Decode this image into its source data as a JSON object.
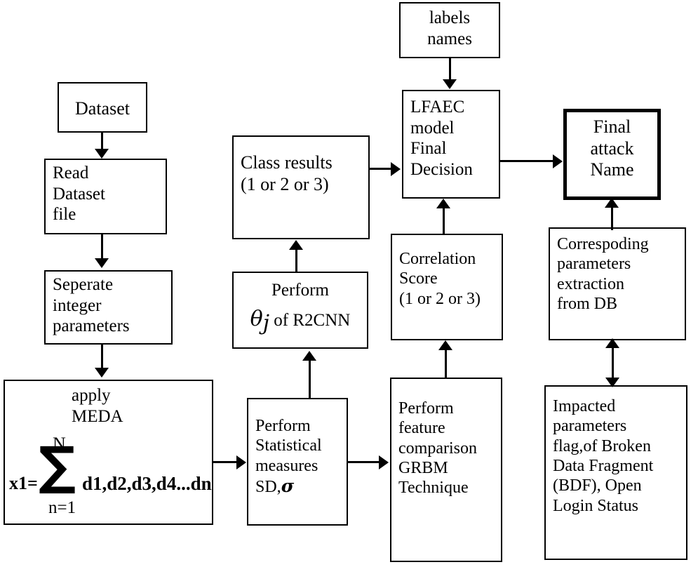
{
  "diagram": {
    "title": "LFAEC attack classification flowchart",
    "accent": "#000000",
    "background": "#ffffff"
  },
  "nodes": {
    "dataset": {
      "lines": [
        "Dataset"
      ]
    },
    "read_dataset": {
      "lines": [
        "Read",
        "Dataset",
        "file"
      ]
    },
    "seperate": {
      "lines": [
        "Seperate",
        "integer",
        "parameters"
      ]
    },
    "apply_meda": {
      "lines": [
        "apply",
        "MEDA"
      ],
      "formula": {
        "upper_limit": "N",
        "sigma": "∑",
        "lhs": "x1=",
        "rhs": "d1,d2,d3,d4...dn",
        "lower_limit": "n=1"
      }
    },
    "statistical": {
      "lines": [
        "Perform",
        "Statistical",
        "measures",
        "SD,"
      ],
      "sigma_symbol": "σ"
    },
    "feature_cmp": {
      "lines": [
        "Perform",
        "feature",
        "comparison",
        "GRBM",
        "Technique"
      ]
    },
    "perform_theta": {
      "lines": [
        "Perform"
      ],
      "theta": "θ",
      "theta_sub": "j",
      "theta_tail": " of R2CNN"
    },
    "class_results": {
      "lines": [
        "Class results",
        "(1 or 2 or 3)"
      ]
    },
    "correlation": {
      "lines": [
        "Correlation",
        "Score",
        "(1 or 2 or 3)"
      ]
    },
    "labels_names": {
      "lines": [
        "labels",
        "names"
      ]
    },
    "lfaec": {
      "lines": [
        "LFAEC",
        "model",
        "Final",
        "Decision"
      ]
    },
    "final_attack": {
      "lines": [
        "Final",
        "attack",
        "Name"
      ]
    },
    "corresponding": {
      "lines": [
        "Correspoding",
        "parameters",
        "extraction",
        "from DB"
      ]
    },
    "impacted": {
      "lines": [
        "Impacted",
        "parameters",
        "flag,of Broken",
        "Data Fragment",
        "(BDF), Open",
        "Login Status"
      ]
    }
  },
  "edges": [
    {
      "from": "dataset",
      "to": "read_dataset",
      "direction": "down"
    },
    {
      "from": "read_dataset",
      "to": "seperate",
      "direction": "down"
    },
    {
      "from": "seperate",
      "to": "apply_meda",
      "direction": "down"
    },
    {
      "from": "apply_meda",
      "to": "statistical",
      "direction": "right"
    },
    {
      "from": "statistical",
      "to": "feature_cmp",
      "direction": "right"
    },
    {
      "from": "statistical",
      "to": "perform_theta",
      "direction": "up"
    },
    {
      "from": "perform_theta",
      "to": "class_results",
      "direction": "up"
    },
    {
      "from": "class_results",
      "to": "lfaec",
      "direction": "right"
    },
    {
      "from": "feature_cmp",
      "to": "correlation",
      "direction": "up"
    },
    {
      "from": "correlation",
      "to": "lfaec",
      "direction": "up"
    },
    {
      "from": "labels_names",
      "to": "lfaec",
      "direction": "down"
    },
    {
      "from": "lfaec",
      "to": "final_attack",
      "direction": "right"
    },
    {
      "from": "corresponding",
      "to": "final_attack",
      "direction": "up"
    },
    {
      "from": "impacted",
      "to": "corresponding",
      "direction": "bidirectional"
    }
  ]
}
